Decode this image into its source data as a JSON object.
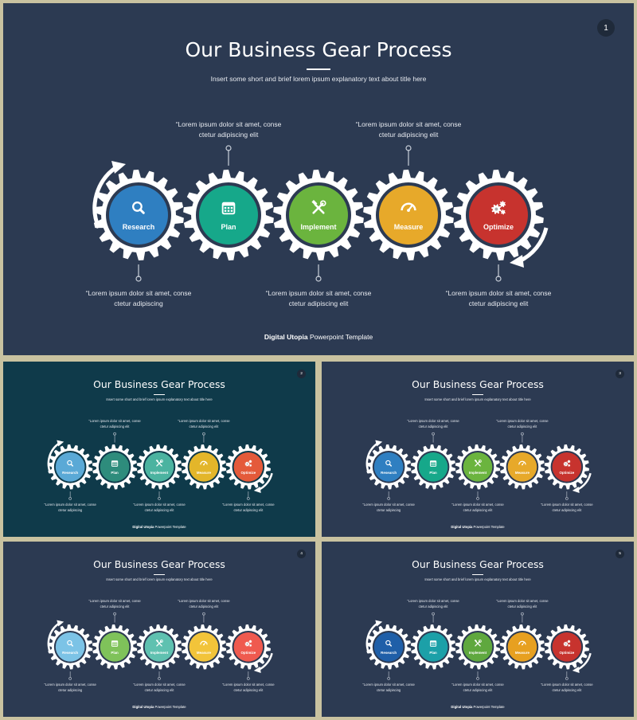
{
  "slides": [
    {
      "page": "1",
      "title": "Our Business Gear Process",
      "subtitle": "Insert some short and brief lorem ipsum explanatory text about title here",
      "top_captions": [
        "“Lorem ipsum dolor sit amet, conse ctetur adipiscing elit",
        "“Lorem ipsum dolor sit amet, conse ctetur adipiscing elit"
      ],
      "bottom_captions": [
        "“Lorem ipsum dolor sit amet, conse ctetur adipiscing",
        "“Lorem ipsum dolor sit amet, conse ctetur adipiscing elit",
        "“Lorem ipsum dolor sit amet, conse ctetur adipiscing elit"
      ],
      "footer_bold": "Digital Utopia",
      "footer_rest": " Powerpoint Template",
      "background": "#2c3a52",
      "gears": [
        {
          "label": "Research",
          "icon": "search-icon",
          "color": "#2f7fc1"
        },
        {
          "label": "Plan",
          "icon": "calendar-icon",
          "color": "#16a88a"
        },
        {
          "label": "Implement",
          "icon": "tools-icon",
          "color": "#6bb43e"
        },
        {
          "label": "Measure",
          "icon": "gauge-icon",
          "color": "#e7a92a"
        },
        {
          "label": "Optimize",
          "icon": "gears-icon",
          "color": "#c7332e"
        }
      ]
    },
    {
      "page": "2",
      "title": "Our Business Gear Process",
      "subtitle": "Insert some short and brief lorem ipsum explanatory text about title here",
      "top_captions": [
        "“Lorem ipsum dolor sit amet, conse ctetur adipiscing elit",
        "“Lorem ipsum dolor sit amet, conse ctetur adipiscing elit"
      ],
      "bottom_captions": [
        "“Lorem ipsum dolor sit amet, conse ctetur adipiscing",
        "“Lorem ipsum dolor sit amet, conse ctetur adipiscing elit",
        "“Lorem ipsum dolor sit amet, conse ctetur adipiscing elit"
      ],
      "footer_bold": "Digital Utopia",
      "footer_rest": " Powerpoint Template",
      "background": "#0f3a4a",
      "gears": [
        {
          "label": "Research",
          "icon": "search-icon",
          "color": "#5aa9d6"
        },
        {
          "label": "Plan",
          "icon": "calendar-icon",
          "color": "#2e8c7c"
        },
        {
          "label": "Implement",
          "icon": "tools-icon",
          "color": "#4bb3a0"
        },
        {
          "label": "Measure",
          "icon": "gauge-icon",
          "color": "#e3b62a"
        },
        {
          "label": "Optimize",
          "icon": "gears-icon",
          "color": "#e45a3a"
        }
      ]
    },
    {
      "page": "3",
      "title": "Our Business Gear Process",
      "subtitle": "Insert some short and brief lorem ipsum explanatory text about title here",
      "top_captions": [
        "“Lorem ipsum dolor sit amet, conse ctetur adipiscing elit",
        "“Lorem ipsum dolor sit amet, conse ctetur adipiscing elit"
      ],
      "bottom_captions": [
        "“Lorem ipsum dolor sit amet, conse ctetur adipiscing",
        "“Lorem ipsum dolor sit amet, conse ctetur adipiscing elit",
        "“Lorem ipsum dolor sit amet, conse ctetur adipiscing elit"
      ],
      "footer_bold": "Digital Utopia",
      "footer_rest": " Powerpoint Template",
      "background": "#2c3a52",
      "gears": [
        {
          "label": "Research",
          "icon": "search-icon",
          "color": "#2f7fc1"
        },
        {
          "label": "Plan",
          "icon": "calendar-icon",
          "color": "#16a88a"
        },
        {
          "label": "Implement",
          "icon": "tools-icon",
          "color": "#6bb43e"
        },
        {
          "label": "Measure",
          "icon": "gauge-icon",
          "color": "#e7a92a"
        },
        {
          "label": "Optimize",
          "icon": "gears-icon",
          "color": "#c7332e"
        }
      ]
    },
    {
      "page": "4",
      "title": "Our Business Gear Process",
      "subtitle": "Insert some short and brief lorem ipsum explanatory text about title here",
      "top_captions": [
        "“Lorem ipsum dolor sit amet, conse ctetur adipiscing elit",
        "“Lorem ipsum dolor sit amet, conse ctetur adipiscing elit"
      ],
      "bottom_captions": [
        "“Lorem ipsum dolor sit amet, conse ctetur adipiscing",
        "“Lorem ipsum dolor sit amet, conse ctetur adipiscing elit",
        "“Lorem ipsum dolor sit amet, conse ctetur adipiscing elit"
      ],
      "footer_bold": "Digital Utopia",
      "footer_rest": " Powerpoint Template",
      "background": "#2c3a52",
      "gears": [
        {
          "label": "Research",
          "icon": "search-icon",
          "color": "#7cc3e6"
        },
        {
          "label": "Plan",
          "icon": "calendar-icon",
          "color": "#7fc25a"
        },
        {
          "label": "Implement",
          "icon": "tools-icon",
          "color": "#5fc1b0"
        },
        {
          "label": "Measure",
          "icon": "gauge-icon",
          "color": "#f2c43a"
        },
        {
          "label": "Optimize",
          "icon": "gears-icon",
          "color": "#ef5a4f"
        }
      ]
    },
    {
      "page": "5",
      "title": "Our Business Gear Process",
      "subtitle": "Insert some short and brief lorem ipsum explanatory text about title here",
      "top_captions": [
        "“Lorem ipsum dolor sit amet, conse ctetur adipiscing elit",
        "“Lorem ipsum dolor sit amet, conse ctetur adipiscing elit"
      ],
      "bottom_captions": [
        "“Lorem ipsum dolor sit amet, conse ctetur adipiscing",
        "“Lorem ipsum dolor sit amet, conse ctetur adipiscing elit",
        "“Lorem ipsum dolor sit amet, conse ctetur adipiscing elit"
      ],
      "footer_bold": "Digital Utopia",
      "footer_rest": " Powerpoint Template",
      "background": "#2c3a52",
      "gears": [
        {
          "label": "Research",
          "icon": "search-icon",
          "color": "#1f5fa8"
        },
        {
          "label": "Plan",
          "icon": "calendar-icon",
          "color": "#1ca0a8"
        },
        {
          "label": "Implement",
          "icon": "tools-icon",
          "color": "#5fa83e"
        },
        {
          "label": "Measure",
          "icon": "gauge-icon",
          "color": "#e7a020"
        },
        {
          "label": "Optimize",
          "icon": "gears-icon",
          "color": "#c7332e"
        }
      ]
    }
  ]
}
